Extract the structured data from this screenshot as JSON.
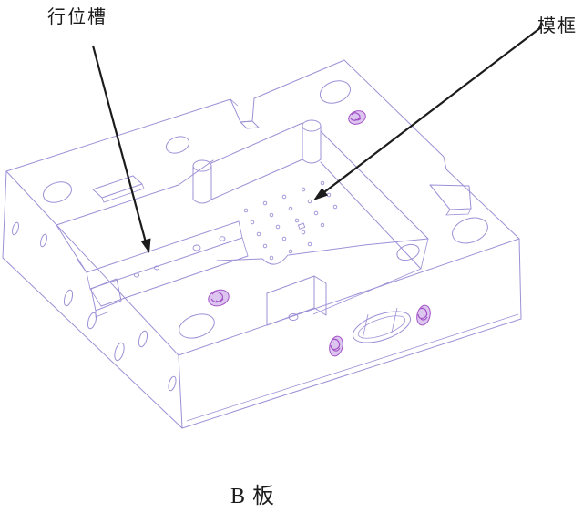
{
  "colors": {
    "background": "#ffffff",
    "line": "#9e90d6",
    "hatch": "#a352c6",
    "hatch_fill": "#dcc6f0",
    "arrow": "#1c1c1c",
    "text": "#1b1b1b"
  },
  "labels": {
    "slider_slot": "行位槽",
    "mold_frame": "模框"
  },
  "caption": {
    "text": "B 板"
  }
}
